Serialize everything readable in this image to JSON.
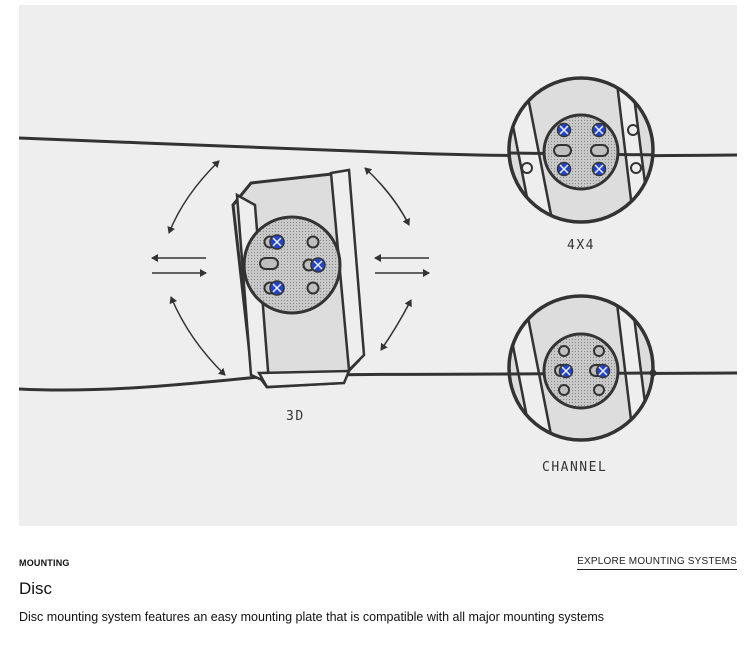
{
  "diagram": {
    "labels": {
      "three_d": "3D",
      "four_by_four": "4X4",
      "channel": "CHANNEL"
    },
    "colors": {
      "background": "#eeeeee",
      "outline": "#333333",
      "binding_fill": "#dddddd",
      "disc_fill": "#c9c9c9",
      "screw_blue": "#2244cc"
    }
  },
  "mounting": {
    "section_label": "MOUNTING",
    "explore_link": "EXPLORE MOUNTING SYSTEMS",
    "title": "Disc",
    "description": "Disc mounting system features an easy mounting plate that is compatible with all major mounting systems"
  }
}
